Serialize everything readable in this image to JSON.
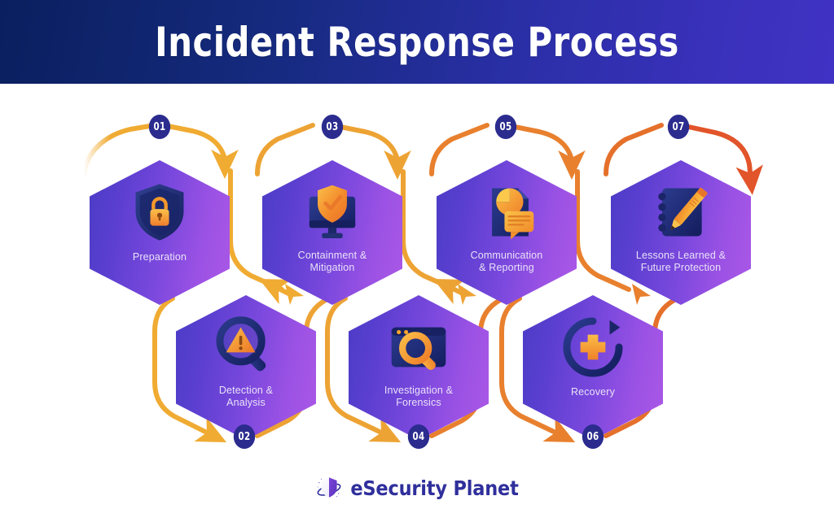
{
  "header": {
    "title": "Incident Response Process",
    "gradient_from": "#0a1f5e",
    "gradient_to": "#4032c4"
  },
  "theme": {
    "hex_gradient_from": "#4a3cc6",
    "hex_gradient_to": "#ab58e6",
    "badge_bg": "#2b2c8e",
    "badge_text": "#ffffff",
    "label_text": "#e9e2f7",
    "connector_amber": "#f0ab32",
    "connector_orange": "#e8802e",
    "connector_red": "#e2542a",
    "accent_orange": "#f7a12b",
    "icon_navy": "#1e2a78",
    "page_bg": "#ffffff"
  },
  "steps": [
    {
      "number": "01",
      "label": "Preparation",
      "label_lines": [
        "Preparation"
      ],
      "icon": "shield-lock-icon",
      "row": 1
    },
    {
      "number": "02",
      "label": "Detection & Analysis",
      "label_lines": [
        "Detection &",
        "Analysis"
      ],
      "icon": "magnifier-warning-icon",
      "row": 2
    },
    {
      "number": "03",
      "label": "Containment & Mitigation",
      "label_lines": [
        "Containment &",
        "Mitigation"
      ],
      "icon": "monitor-shield-check-icon",
      "row": 1
    },
    {
      "number": "04",
      "label": "Investigation & Forensics",
      "label_lines": [
        "Investigation &",
        "Forensics"
      ],
      "icon": "browser-magnifier-icon",
      "row": 2
    },
    {
      "number": "05",
      "label": "Communication & Reporting",
      "label_lines": [
        "Communication",
        "& Reporting"
      ],
      "icon": "report-chart-chat-icon",
      "row": 1
    },
    {
      "number": "06",
      "label": "Recovery",
      "label_lines": [
        "Recovery"
      ],
      "icon": "refresh-plus-icon",
      "row": 2
    },
    {
      "number": "07",
      "label": "Lessons Learned & Future Protection",
      "label_lines": [
        "Lessons Learned &",
        "Future Protection"
      ],
      "icon": "notebook-pencil-icon",
      "row": 1
    }
  ],
  "footer": {
    "brand": "eSecurity Planet",
    "logo_icon": "shield-orbit-logo"
  }
}
